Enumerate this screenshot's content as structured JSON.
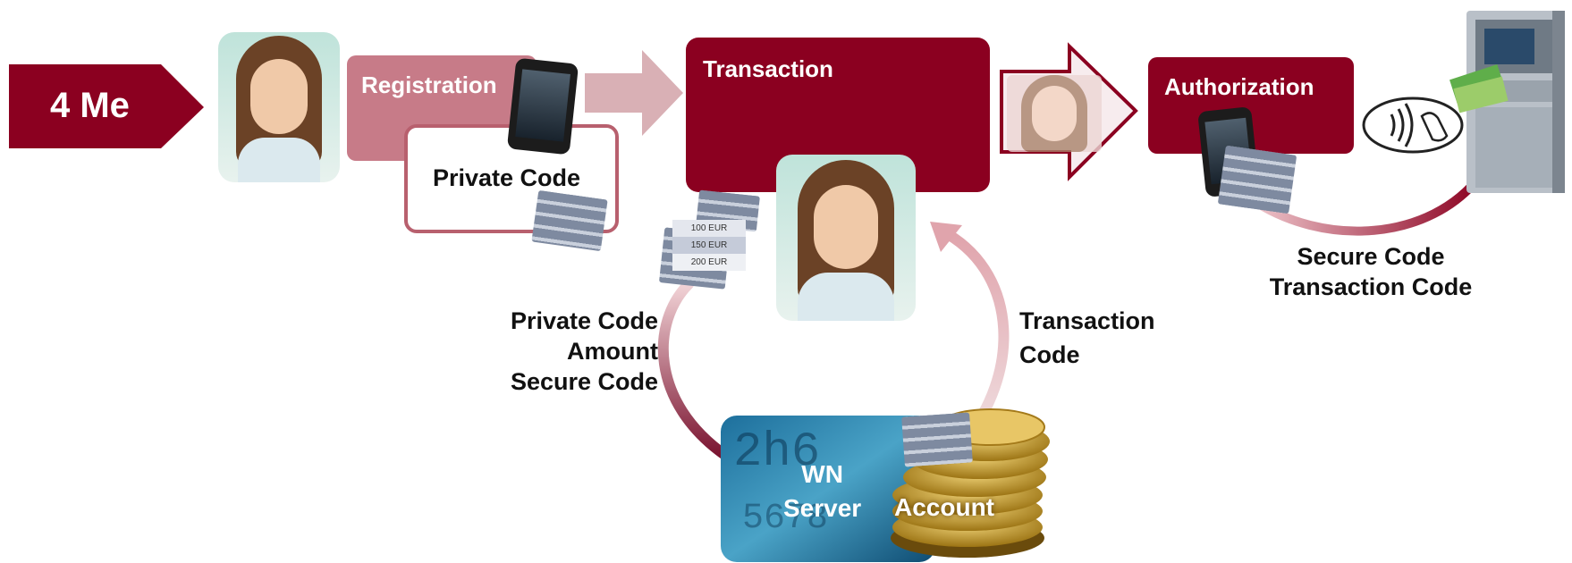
{
  "start": {
    "label": "4 Me"
  },
  "registration": {
    "title": "Registration",
    "private_code": "Private Code"
  },
  "transaction": {
    "title": "Transaction"
  },
  "authorization": {
    "title": "Authorization"
  },
  "amount_list": [
    "100 EUR",
    "150 EUR",
    "200 EUR"
  ],
  "left_flow_labels": [
    "Private Code",
    "Amount",
    "Secure Code"
  ],
  "right_flow_labels": [
    "Transaction",
    "Code"
  ],
  "atm_flow_labels": [
    "Secure Code",
    "Transaction Code"
  ],
  "server": {
    "line1": "WN",
    "line2": "Server"
  },
  "account": {
    "label": "Account"
  },
  "colors": {
    "primary": "#8b0020",
    "light": "#c77b88",
    "faded": "#d9b0b5",
    "arrow": "#e8c3c7"
  }
}
